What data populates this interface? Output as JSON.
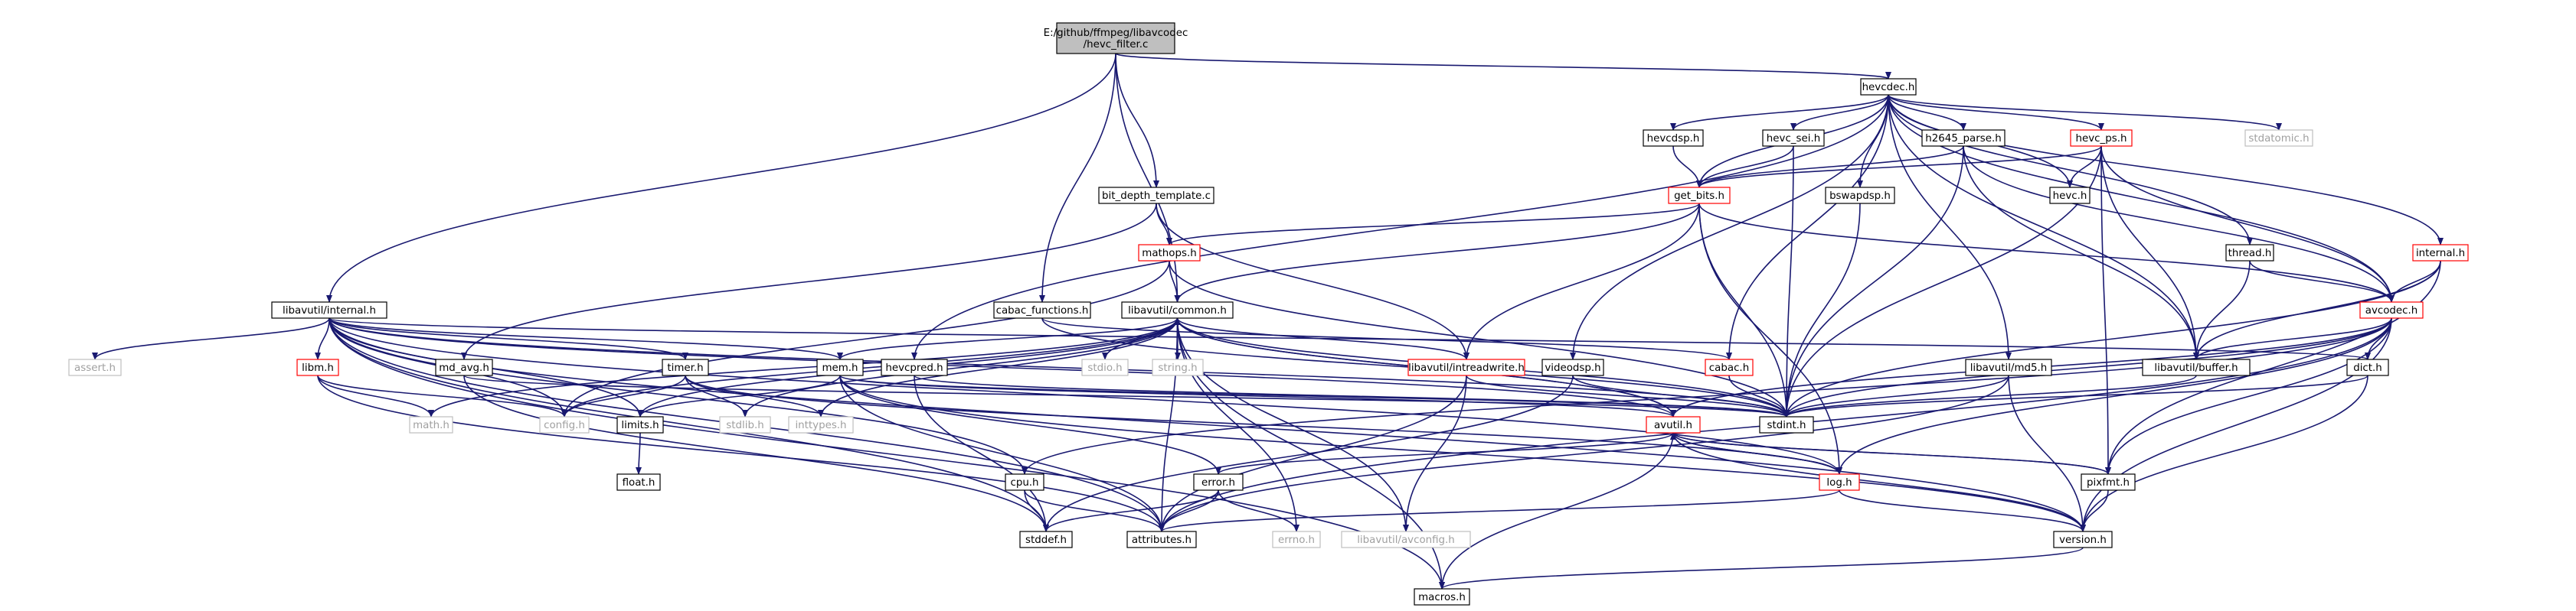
{
  "colors": {
    "edge": "#191970",
    "root_fill": "#bfbfbf",
    "node_border": "#000000",
    "documented_border": "#ff0000",
    "external_border": "#bfbfbf",
    "external_text": "#a0a0a0"
  },
  "graph": {
    "nodes": [
      {
        "id": "root",
        "label": "E:/github/ffmpeg/libavcodec\n/hevc_filter.c",
        "style": "root",
        "interactable": false
      },
      {
        "id": "hevcdec",
        "label": "hevcdec.h",
        "style": "normal",
        "interactable": true
      },
      {
        "id": "bitdepth",
        "label": "bit_depth_template.c",
        "style": "normal",
        "interactable": true
      },
      {
        "id": "hevcdsp",
        "label": "hevcdsp.h",
        "style": "normal",
        "interactable": true
      },
      {
        "id": "hevcsei",
        "label": "hevc_sei.h",
        "style": "normal",
        "interactable": true
      },
      {
        "id": "h2645",
        "label": "h2645_parse.h",
        "style": "normal",
        "interactable": true
      },
      {
        "id": "hevcps",
        "label": "hevc_ps.h",
        "style": "red",
        "interactable": true
      },
      {
        "id": "stdatomic",
        "label": "stdatomic.h",
        "style": "gray",
        "interactable": false
      },
      {
        "id": "getbits",
        "label": "get_bits.h",
        "style": "red",
        "interactable": true
      },
      {
        "id": "bswapdsp",
        "label": "bswapdsp.h",
        "style": "normal",
        "interactable": true
      },
      {
        "id": "hevch",
        "label": "hevc.h",
        "style": "normal",
        "interactable": true
      },
      {
        "id": "mathops",
        "label": "mathops.h",
        "style": "red",
        "interactable": true
      },
      {
        "id": "thread",
        "label": "thread.h",
        "style": "normal",
        "interactable": true
      },
      {
        "id": "internal",
        "label": "internal.h",
        "style": "red",
        "interactable": true
      },
      {
        "id": "libintern",
        "label": "libavutil/internal.h",
        "style": "normal",
        "interactable": true
      },
      {
        "id": "cabacfn",
        "label": "cabac_functions.h",
        "style": "normal",
        "interactable": true
      },
      {
        "id": "common",
        "label": "libavutil/common.h",
        "style": "normal",
        "interactable": true
      },
      {
        "id": "avcodec",
        "label": "avcodec.h",
        "style": "red",
        "interactable": true
      },
      {
        "id": "assert",
        "label": "assert.h",
        "style": "gray",
        "interactable": false
      },
      {
        "id": "libm",
        "label": "libm.h",
        "style": "red",
        "interactable": true
      },
      {
        "id": "md5avg",
        "label": "md_avg.h",
        "style": "normal",
        "interactable": true
      },
      {
        "id": "timer",
        "label": "timer.h",
        "style": "normal",
        "interactable": true
      },
      {
        "id": "mem",
        "label": "mem.h",
        "style": "normal",
        "interactable": true
      },
      {
        "id": "stdio",
        "label": "stdio.h",
        "style": "gray",
        "interactable": false
      },
      {
        "id": "string",
        "label": "string.h",
        "style": "gray",
        "interactable": false
      },
      {
        "id": "hevcpred",
        "label": "hevcpred.h",
        "style": "normal",
        "interactable": true
      },
      {
        "id": "intread",
        "label": "libavutil/intreadwrite.h",
        "style": "red",
        "interactable": true
      },
      {
        "id": "videodsp",
        "label": "videodsp.h",
        "style": "normal",
        "interactable": true
      },
      {
        "id": "cabach",
        "label": "cabac.h",
        "style": "red",
        "interactable": true
      },
      {
        "id": "md5",
        "label": "libavutil/md5.h",
        "style": "normal",
        "interactable": true
      },
      {
        "id": "buffer",
        "label": "libavutil/buffer.h",
        "style": "normal",
        "interactable": true
      },
      {
        "id": "dict",
        "label": "dict.h",
        "style": "normal",
        "interactable": true
      },
      {
        "id": "math",
        "label": "math.h",
        "style": "gray",
        "interactable": false
      },
      {
        "id": "config",
        "label": "config.h",
        "style": "gray",
        "interactable": false
      },
      {
        "id": "limits",
        "label": "limits.h",
        "style": "normal",
        "interactable": true
      },
      {
        "id": "stdlib",
        "label": "stdlib.h",
        "style": "gray",
        "interactable": false
      },
      {
        "id": "inttypes",
        "label": "inttypes.h",
        "style": "gray",
        "interactable": false
      },
      {
        "id": "stdint",
        "label": "stdint.h",
        "style": "normal",
        "interactable": true
      },
      {
        "id": "avutil",
        "label": "avutil.h",
        "style": "red",
        "interactable": true
      },
      {
        "id": "float",
        "label": "float.h",
        "style": "normal",
        "interactable": true
      },
      {
        "id": "cpu",
        "label": "cpu.h",
        "style": "normal",
        "interactable": true
      },
      {
        "id": "error",
        "label": "error.h",
        "style": "normal",
        "interactable": true
      },
      {
        "id": "log",
        "label": "log.h",
        "style": "red",
        "interactable": true
      },
      {
        "id": "pixfmt",
        "label": "pixfmt.h",
        "style": "normal",
        "interactable": true
      },
      {
        "id": "stddef",
        "label": "stddef.h",
        "style": "normal",
        "interactable": true
      },
      {
        "id": "attributes",
        "label": "attributes.h",
        "style": "normal",
        "interactable": true
      },
      {
        "id": "errno",
        "label": "errno.h",
        "style": "gray",
        "interactable": false
      },
      {
        "id": "avconfig",
        "label": "libavutil/avconfig.h",
        "style": "gray",
        "interactable": false
      },
      {
        "id": "version",
        "label": "version.h",
        "style": "normal",
        "interactable": true
      },
      {
        "id": "macros",
        "label": "macros.h",
        "style": "normal",
        "interactable": true
      }
    ],
    "edges": [
      [
        "root",
        "hevcdec"
      ],
      [
        "root",
        "bitdepth"
      ],
      [
        "root",
        "libintern"
      ],
      [
        "root",
        "cabacfn"
      ],
      [
        "root",
        "common"
      ],
      [
        "hevcdec",
        "hevcdsp"
      ],
      [
        "hevcdec",
        "hevcsei"
      ],
      [
        "hevcdec",
        "h2645"
      ],
      [
        "hevcdec",
        "hevcps"
      ],
      [
        "hevcdec",
        "stdatomic"
      ],
      [
        "hevcdec",
        "getbits"
      ],
      [
        "hevcdec",
        "bswapdsp"
      ],
      [
        "hevcdec",
        "hevch"
      ],
      [
        "hevcdec",
        "thread"
      ],
      [
        "hevcdec",
        "internal"
      ],
      [
        "hevcdec",
        "avcodec"
      ],
      [
        "hevcdec",
        "buffer"
      ],
      [
        "hevcdec",
        "cabach"
      ],
      [
        "hevcdec",
        "md5"
      ],
      [
        "hevcdec",
        "videodsp"
      ],
      [
        "hevcdec",
        "hevcpred"
      ],
      [
        "hevcdsp",
        "getbits"
      ],
      [
        "hevcsei",
        "getbits"
      ],
      [
        "hevcsei",
        "stdint"
      ],
      [
        "h2645",
        "getbits"
      ],
      [
        "h2645",
        "avcodec"
      ],
      [
        "h2645",
        "buffer"
      ],
      [
        "h2645",
        "stdint"
      ],
      [
        "hevcps",
        "getbits"
      ],
      [
        "hevcps",
        "hevch"
      ],
      [
        "hevcps",
        "avcodec"
      ],
      [
        "hevcps",
        "buffer"
      ],
      [
        "hevcps",
        "pixfmt"
      ],
      [
        "hevcps",
        "stdint"
      ],
      [
        "getbits",
        "mathops"
      ],
      [
        "getbits",
        "common"
      ],
      [
        "getbits",
        "intread"
      ],
      [
        "getbits",
        "avcodec"
      ],
      [
        "getbits",
        "stdint"
      ],
      [
        "getbits",
        "log"
      ],
      [
        "bswapdsp",
        "stdint"
      ],
      [
        "bitdepth",
        "mathops"
      ],
      [
        "bitdepth",
        "intread"
      ],
      [
        "bitdepth",
        "md5avg"
      ],
      [
        "mathops",
        "common"
      ],
      [
        "mathops",
        "config"
      ],
      [
        "mathops",
        "stdint"
      ],
      [
        "thread",
        "avcodec"
      ],
      [
        "thread",
        "buffer"
      ],
      [
        "internal",
        "avcodec"
      ],
      [
        "internal",
        "buffer"
      ],
      [
        "internal",
        "stdint"
      ],
      [
        "internal",
        "pixfmt"
      ],
      [
        "libintern",
        "assert"
      ],
      [
        "libintern",
        "libm"
      ],
      [
        "libintern",
        "config"
      ],
      [
        "libintern",
        "timer"
      ],
      [
        "libintern",
        "mem"
      ],
      [
        "libintern",
        "limits"
      ],
      [
        "libintern",
        "stdint"
      ],
      [
        "libintern",
        "stddef"
      ],
      [
        "libintern",
        "attributes"
      ],
      [
        "libintern",
        "dict"
      ],
      [
        "libintern",
        "version"
      ],
      [
        "libintern",
        "macros"
      ],
      [
        "libintern",
        "cpu"
      ],
      [
        "libintern",
        "log"
      ],
      [
        "libintern",
        "avutil"
      ],
      [
        "cabacfn",
        "cabach"
      ],
      [
        "cabacfn",
        "stdint"
      ],
      [
        "common",
        "stdio"
      ],
      [
        "common",
        "string"
      ],
      [
        "common",
        "mem"
      ],
      [
        "common",
        "config"
      ],
      [
        "common",
        "limits"
      ],
      [
        "common",
        "stdlib"
      ],
      [
        "common",
        "inttypes"
      ],
      [
        "common",
        "math"
      ],
      [
        "common",
        "errno"
      ],
      [
        "common",
        "attributes"
      ],
      [
        "common",
        "macros"
      ],
      [
        "common",
        "avconfig"
      ],
      [
        "common",
        "stdint"
      ],
      [
        "common",
        "avutil"
      ],
      [
        "common",
        "intread"
      ],
      [
        "avcodec",
        "buffer"
      ],
      [
        "avcodec",
        "dict"
      ],
      [
        "avcodec",
        "stdint"
      ],
      [
        "avcodec",
        "avutil"
      ],
      [
        "avcodec",
        "log"
      ],
      [
        "avcodec",
        "pixfmt"
      ],
      [
        "avcodec",
        "version"
      ],
      [
        "avcodec",
        "attributes"
      ],
      [
        "avcodec",
        "cpu"
      ],
      [
        "libm",
        "math"
      ],
      [
        "libm",
        "config"
      ],
      [
        "libm",
        "attributes"
      ],
      [
        "md5avg",
        "stdint"
      ],
      [
        "md5avg",
        "stddef"
      ],
      [
        "timer",
        "config"
      ],
      [
        "timer",
        "inttypes"
      ],
      [
        "timer",
        "stdlib"
      ],
      [
        "timer",
        "log"
      ],
      [
        "mem",
        "limits"
      ],
      [
        "mem",
        "stdint"
      ],
      [
        "mem",
        "attributes"
      ],
      [
        "mem",
        "avutil"
      ],
      [
        "mem",
        "error"
      ],
      [
        "mem",
        "version"
      ],
      [
        "hevcpred",
        "stdint"
      ],
      [
        "hevcpred",
        "stddef"
      ],
      [
        "intread",
        "stdint"
      ],
      [
        "intread",
        "avconfig"
      ],
      [
        "intread",
        "attributes"
      ],
      [
        "videodsp",
        "stdint"
      ],
      [
        "videodsp",
        "stddef"
      ],
      [
        "cabach",
        "stdint"
      ],
      [
        "md5",
        "stdint"
      ],
      [
        "md5",
        "attributes"
      ],
      [
        "md5",
        "version"
      ],
      [
        "buffer",
        "stdint"
      ],
      [
        "dict",
        "stdint"
      ],
      [
        "dict",
        "version"
      ],
      [
        "limits",
        "float"
      ],
      [
        "avutil",
        "common"
      ],
      [
        "avutil",
        "error"
      ],
      [
        "avutil",
        "macros"
      ],
      [
        "avutil",
        "version"
      ],
      [
        "avutil",
        "log"
      ],
      [
        "avutil",
        "pixfmt"
      ],
      [
        "cpu",
        "stddef"
      ],
      [
        "cpu",
        "attributes"
      ],
      [
        "error",
        "errno"
      ],
      [
        "error",
        "stddef"
      ],
      [
        "error",
        "attributes"
      ],
      [
        "log",
        "stdarg"
      ],
      [
        "log",
        "avutil"
      ],
      [
        "log",
        "attributes"
      ],
      [
        "log",
        "version"
      ],
      [
        "pixfmt",
        "avutil"
      ],
      [
        "pixfmt",
        "version"
      ],
      [
        "version",
        "macros"
      ]
    ]
  }
}
